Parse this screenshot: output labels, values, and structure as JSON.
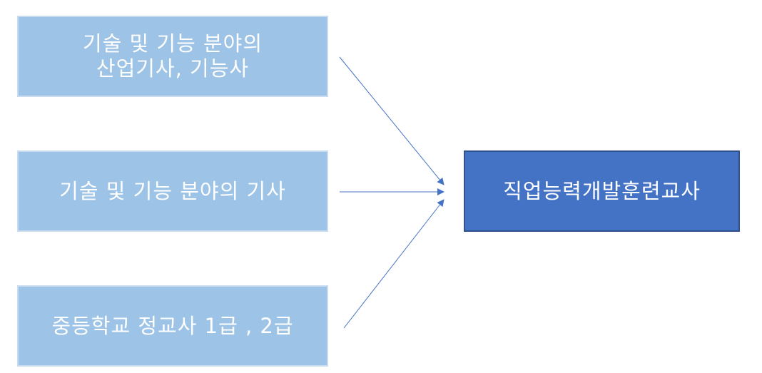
{
  "diagram": {
    "sources": [
      {
        "label": "기술 및 기능 분야의\n산업기사, 기능사"
      },
      {
        "label": "기술 및 기능 분야의 기사"
      },
      {
        "label": "중등학교 정교사 1급 , 2급"
      }
    ],
    "target": {
      "label": "직업능력개발훈련교사"
    },
    "colors": {
      "source_fill": "#9dc3e6",
      "target_fill": "#4472c4",
      "arrow": "#4472c4",
      "text": "#ffffff"
    }
  }
}
